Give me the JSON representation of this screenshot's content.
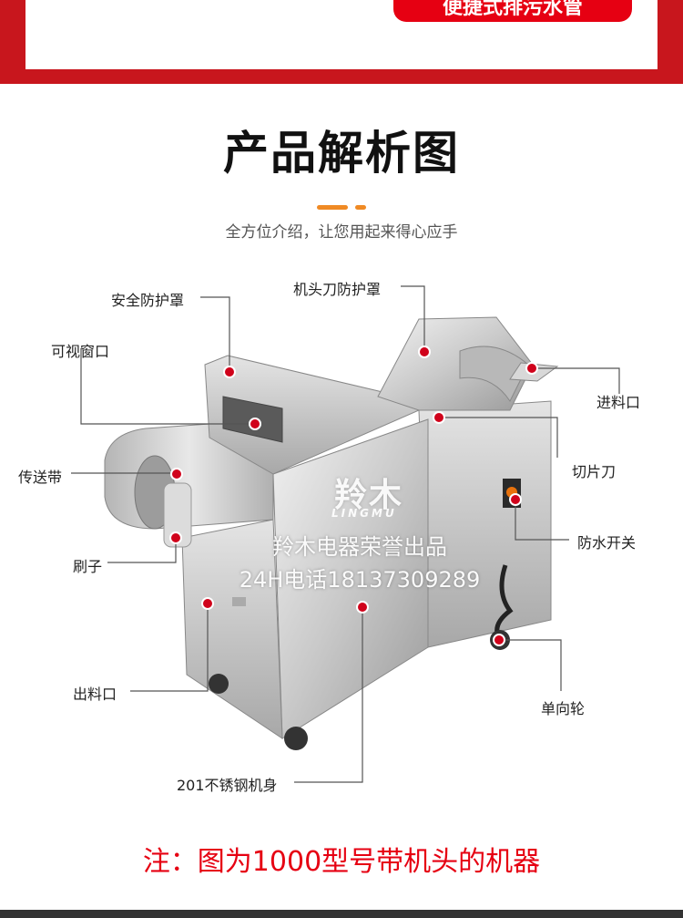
{
  "top_banner": {
    "pill_text": "便捷式排污水管"
  },
  "header": {
    "title": "产品解析图",
    "subtitle": "全方位介绍，让您用起来得心应手"
  },
  "labels": {
    "safety_cover": "安全防护罩",
    "blade_cover": "机头刀防护罩",
    "view_window": "可视窗口",
    "feed_inlet": "进料口",
    "conveyor": "传送带",
    "slicing_blade": "切片刀",
    "waterproof_switch": "防水开关",
    "brush": "刷子",
    "discharge_outlet": "出料口",
    "one_way_wheel": "单向轮",
    "body": "201不锈钢机身"
  },
  "watermark": {
    "brand": "羚木",
    "brand_latin": "LINGMU",
    "line1": "羚木电器荣誉出品",
    "line2": "24H电话18137309289"
  },
  "note": "注：图为1000型号带机头的机器",
  "colors": {
    "banner": "#c8161d",
    "accent": "#e60012",
    "dash": "#f08a24",
    "marker": "#d0021b"
  }
}
